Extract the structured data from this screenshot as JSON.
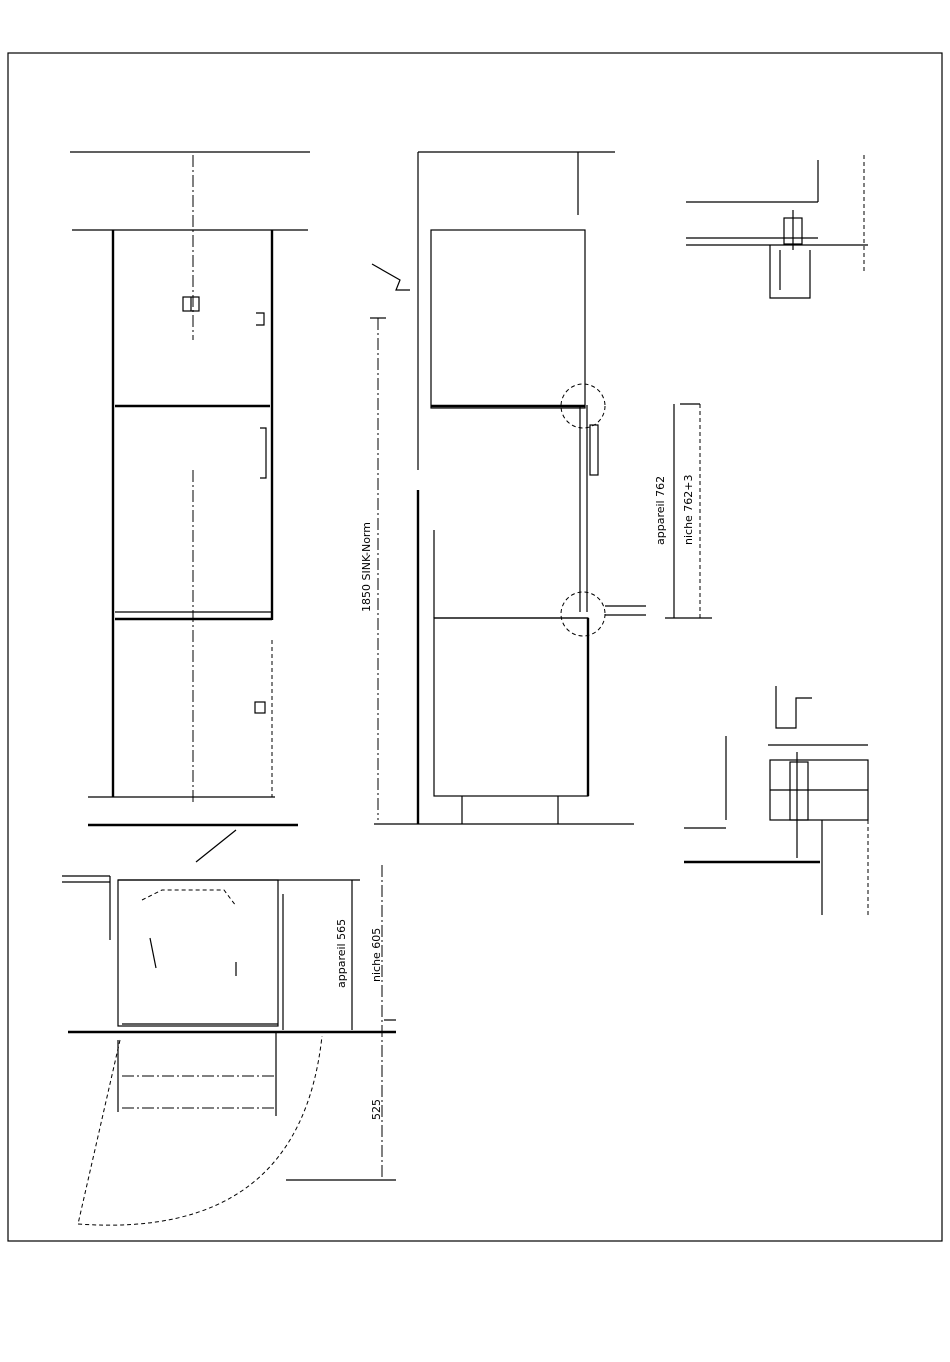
{
  "dimensions": {
    "height_total": "1850 SINK-Norm",
    "appliance_height": "appareil 762",
    "niche_height": "niche 762+3",
    "appliance_depth": "appareil 565",
    "niche_depth": "niche 605",
    "door_clearance": "525"
  }
}
